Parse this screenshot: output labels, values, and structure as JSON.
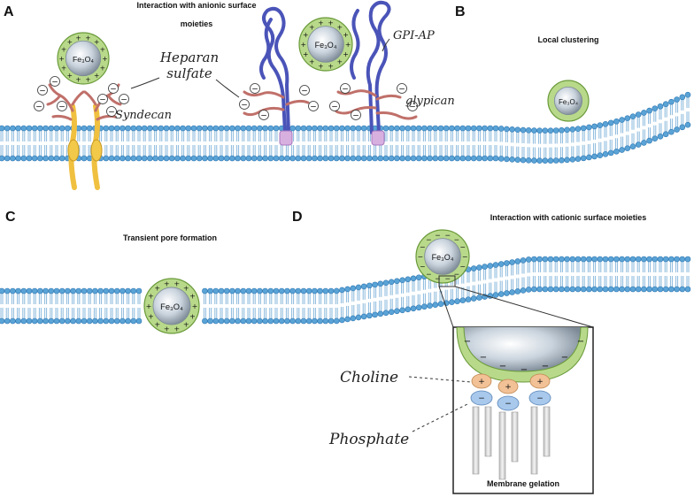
{
  "panels": {
    "a": {
      "letter": "A",
      "title_line1": "Interaction with anionic surface",
      "title_line2": "moieties"
    },
    "b": {
      "letter": "B",
      "title": "Local clustering"
    },
    "c": {
      "letter": "C",
      "title": "Transient pore formation"
    },
    "d": {
      "letter": "D",
      "title": "Interaction with cationic surface moieties"
    }
  },
  "labels": {
    "heparan_line1": "Heparan",
    "heparan_line2": "sulfate",
    "syndecan": "Syndecan",
    "glypican": "glypican",
    "gpi_ap": "GPI-AP",
    "choline": "Choline",
    "phosphate": "Phosphate",
    "membrane_gelation": "Membrane gelation",
    "nanoparticle": "Fe₃O₄"
  },
  "charges": {
    "positive": "+",
    "negative": "−"
  },
  "colors": {
    "lipid_head": "#5aa3d6",
    "lipid_head_stroke": "#2f78b3",
    "lipid_tail": "#8ab9dc",
    "np_shell": "#b8d98a",
    "np_shell_stroke": "#6a9a3a",
    "np_core": "#c8d2dc",
    "gag_chain": "#c0706a",
    "protein_coil": "#4a54b8",
    "syndecan_core": "#f0c040",
    "anchor": "#d8b0e0",
    "choline_head": "#f2c196",
    "phosphate_head": "#a8c8ec",
    "lipid_tail_gray": "#d8d8d8"
  },
  "icons": {
    "nanoparticle": "fe3o4-nanoparticle-icon",
    "lipid": "phospholipid-icon"
  }
}
